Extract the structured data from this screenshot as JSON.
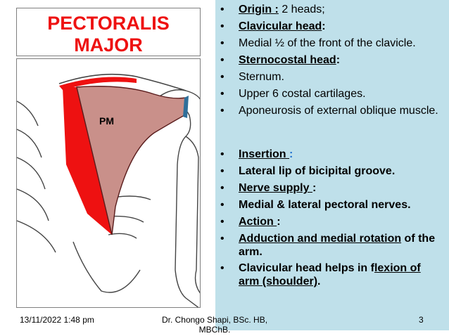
{
  "title": {
    "line1": "PECTORALIS",
    "line2": "MAJOR"
  },
  "figure": {
    "label": "PM"
  },
  "bullets": [
    {
      "id": "origin",
      "label": "Origin :",
      "text": " 2 heads;"
    },
    {
      "id": "clavicular-head",
      "label": "Clavicular head",
      "text": ":"
    },
    {
      "id": "clavicle-medial",
      "text": "Medial ½ of the front of the clavicle."
    },
    {
      "id": "sternocostal-head",
      "label": "Sternocostal head",
      "text": ":"
    },
    {
      "id": "sternum",
      "text": "Sternum."
    },
    {
      "id": "costal-cartilages",
      "text": "Upper 6 costal cartilages."
    },
    {
      "id": "aponeurosis",
      "text": "Aponeurosis of external oblique muscle."
    },
    {
      "id": "insertion",
      "label": "Insertion ",
      "text": ":"
    },
    {
      "id": "lateral-lip",
      "text": "Lateral lip of bicipital groove."
    },
    {
      "id": "nerve-supply",
      "label": "Nerve supply ",
      "text": ":"
    },
    {
      "id": "pectoral-nerves",
      "text": "Medial & lateral pectoral nerves."
    },
    {
      "id": "action",
      "label": "Action ",
      "text": ":"
    },
    {
      "id": "adduction",
      "label": "Adduction and medial rotation",
      "text": " of the arm."
    },
    {
      "id": "clavicular-flexion",
      "pre": "Clavicular head helps in f",
      "label": "lexion of arm (shoulder)",
      "text": "."
    }
  ],
  "footer": {
    "date": "13/11/2022 1:48 pm",
    "author": "Dr. Chongo Shapi, BSc. HB, MBChB.",
    "page": "3"
  },
  "colors": {
    "panel": "#bfe0ea",
    "title": "#ee1111",
    "muscle": "#c9908a",
    "muscle_head": "#ee1111",
    "accent": "#1e6fd0"
  }
}
